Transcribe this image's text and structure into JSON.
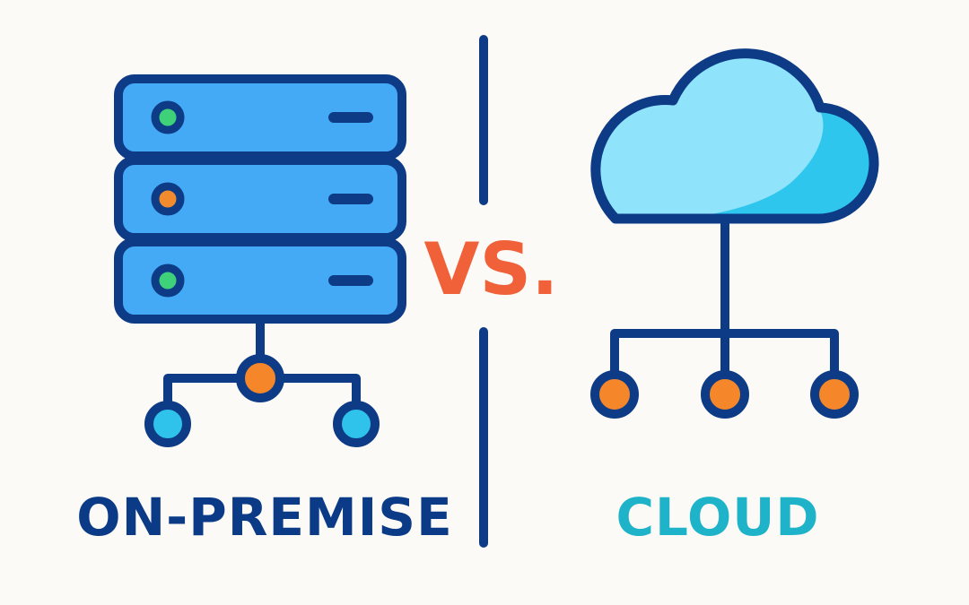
{
  "left": {
    "label": "ON-PREMISE",
    "label_color": "#0b3a86",
    "icon": "server-rack-icon",
    "server_units": [
      {
        "status_dot_color": "#3fd07a"
      },
      {
        "status_dot_color": "#f28a2e"
      },
      {
        "status_dot_color": "#3fd07a"
      }
    ]
  },
  "vs": {
    "text": "VS.",
    "color": "#f0613a"
  },
  "right": {
    "label": "CLOUD",
    "label_color": "#1fb3c9",
    "icon": "cloud-icon"
  },
  "colors": {
    "outline": "#0d3b86",
    "server_fill": "#45aaf6",
    "cloud_fill_light": "#8fe3fb",
    "cloud_fill_dark": "#2fc6ee",
    "node_orange": "#f5862a",
    "node_cyan": "#2fc2ea",
    "background": "#fcfaf6"
  }
}
